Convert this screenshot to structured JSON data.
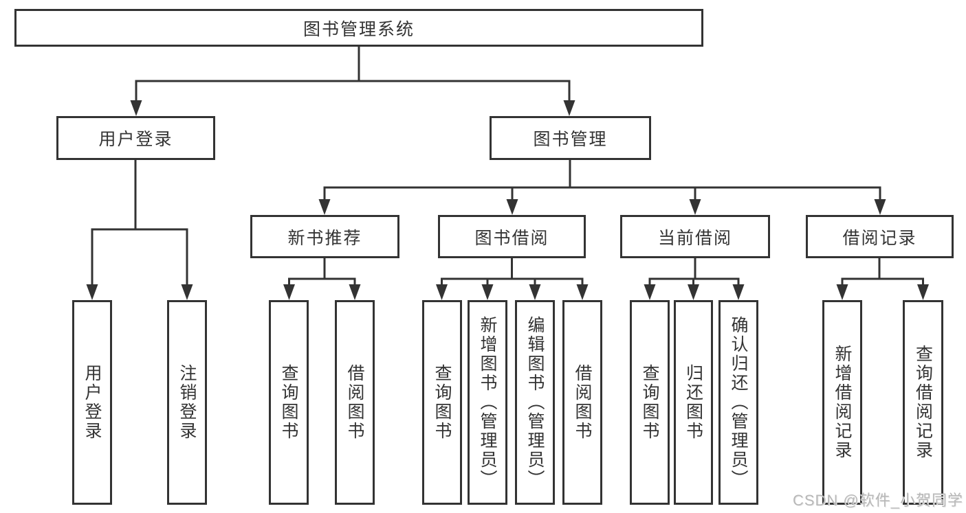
{
  "tree": {
    "label": "图书管理系统",
    "children": [
      {
        "label": "用户登录",
        "children": [
          {
            "label": "用户登录"
          },
          {
            "label": "注销登录"
          }
        ]
      },
      {
        "label": "图书管理",
        "children": [
          {
            "label": "新书推荐",
            "children": [
              {
                "label": "查询图书"
              },
              {
                "label": "借阅图书"
              }
            ]
          },
          {
            "label": "图书借阅",
            "children": [
              {
                "label": "查询图书"
              },
              {
                "label": "新增图书（管理员）"
              },
              {
                "label": "编辑图书（管理员）"
              },
              {
                "label": "借阅图书"
              }
            ]
          },
          {
            "label": "当前借阅",
            "children": [
              {
                "label": "查询图书"
              },
              {
                "label": "归还图书"
              },
              {
                "label": "确认归还（管理员）"
              }
            ]
          },
          {
            "label": "借阅记录",
            "children": [
              {
                "label": "新增借阅记录"
              },
              {
                "label": "查询借阅记录"
              }
            ]
          }
        ]
      }
    ]
  },
  "watermark": "CSDN @软件_小贺同学",
  "colors": {
    "line": "#333333",
    "box_border": "#333333",
    "text": "#333333",
    "watermark_text": "#b8b8b8",
    "background": "#ffffff"
  }
}
